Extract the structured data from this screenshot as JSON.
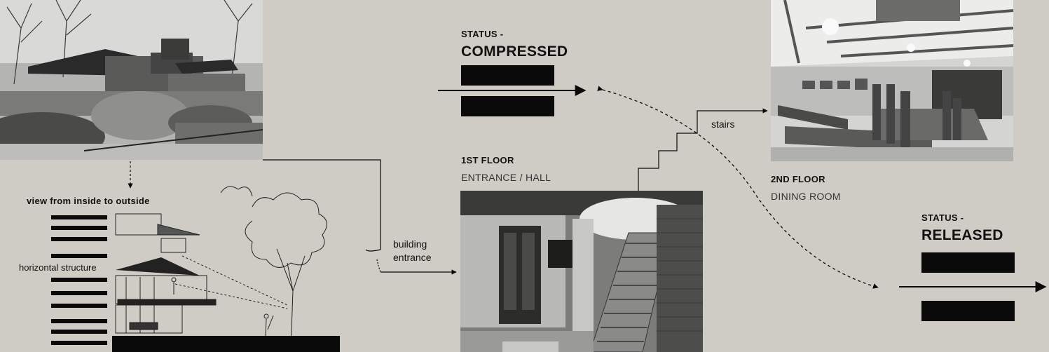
{
  "house_photo": {
    "alt": "Robie House exterior photograph"
  },
  "section_sketch": {
    "alt": "Section sketch showing horizontal structure"
  },
  "entrance_photo": {
    "alt": "Entrance hall with staircase"
  },
  "dining_photo": {
    "alt": "Dining room interior"
  },
  "labels": {
    "view_from_inside": "view from inside to outside",
    "horizontal_structure": "horizontal structure",
    "building_entrance_line1": "building",
    "building_entrance_line2": "entrance",
    "stairs": "stairs",
    "status_compressed_prefix": "STATUS -",
    "status_compressed": "COMPRESSED",
    "status_released_prefix": "STATUS -",
    "status_released": "RELEASED",
    "first_floor": "1ST FLOOR",
    "first_floor_room": "ENTRANCE / HALL",
    "second_floor": "2ND FLOOR",
    "second_floor_room": "DINING ROOM"
  },
  "colors": {
    "background": "#cfccc5",
    "ink": "#0a0a0a"
  }
}
